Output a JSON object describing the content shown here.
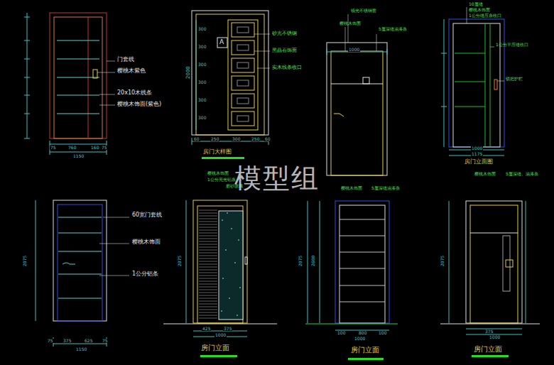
{
  "diagram": {
    "labels": [
      "门套线",
      "樱桃木紫色",
      "20x10木线条",
      "樱桃木饰面(紫色)",
      "75",
      "760",
      "160",
      "75",
      "1150",
      "A",
      "砂光不锈钢",
      "黑晶石饰面",
      "实木线条收口",
      "2000",
      "300",
      "300",
      "300",
      "300",
      "300",
      "300",
      "60",
      "250",
      "300",
      "250",
      "60",
      "房门大样图",
      "镜光不锈钢套",
      "樱桃木饰面",
      "5厘深缝油漆条",
      "1000",
      "10厘缝",
      "樱桃木饰面",
      "1公分缝压条收口",
      "1公分平压缝收口",
      "锁把护栏",
      "1000",
      "1175",
      "房门立面图",
      "60宽门套线",
      "樱桃木饰面",
      "1公分铝条",
      "2075",
      "75",
      "375",
      "625",
      "75",
      "1150",
      "樱桃木饰面",
      "1公分亮光铝条",
      "磨砂玻璃",
      "2075",
      "425",
      "375",
      "1000",
      "房门立面",
      "樱桃木饰面",
      "5厘深缝油漆条",
      "2075",
      "2600",
      "100",
      "800",
      "100",
      "1000",
      "房门立面",
      "樱桃木饰面",
      "5厘深缝、油漆条",
      "2075",
      "375",
      "1000",
      "房门立面",
      "模型组"
    ]
  }
}
